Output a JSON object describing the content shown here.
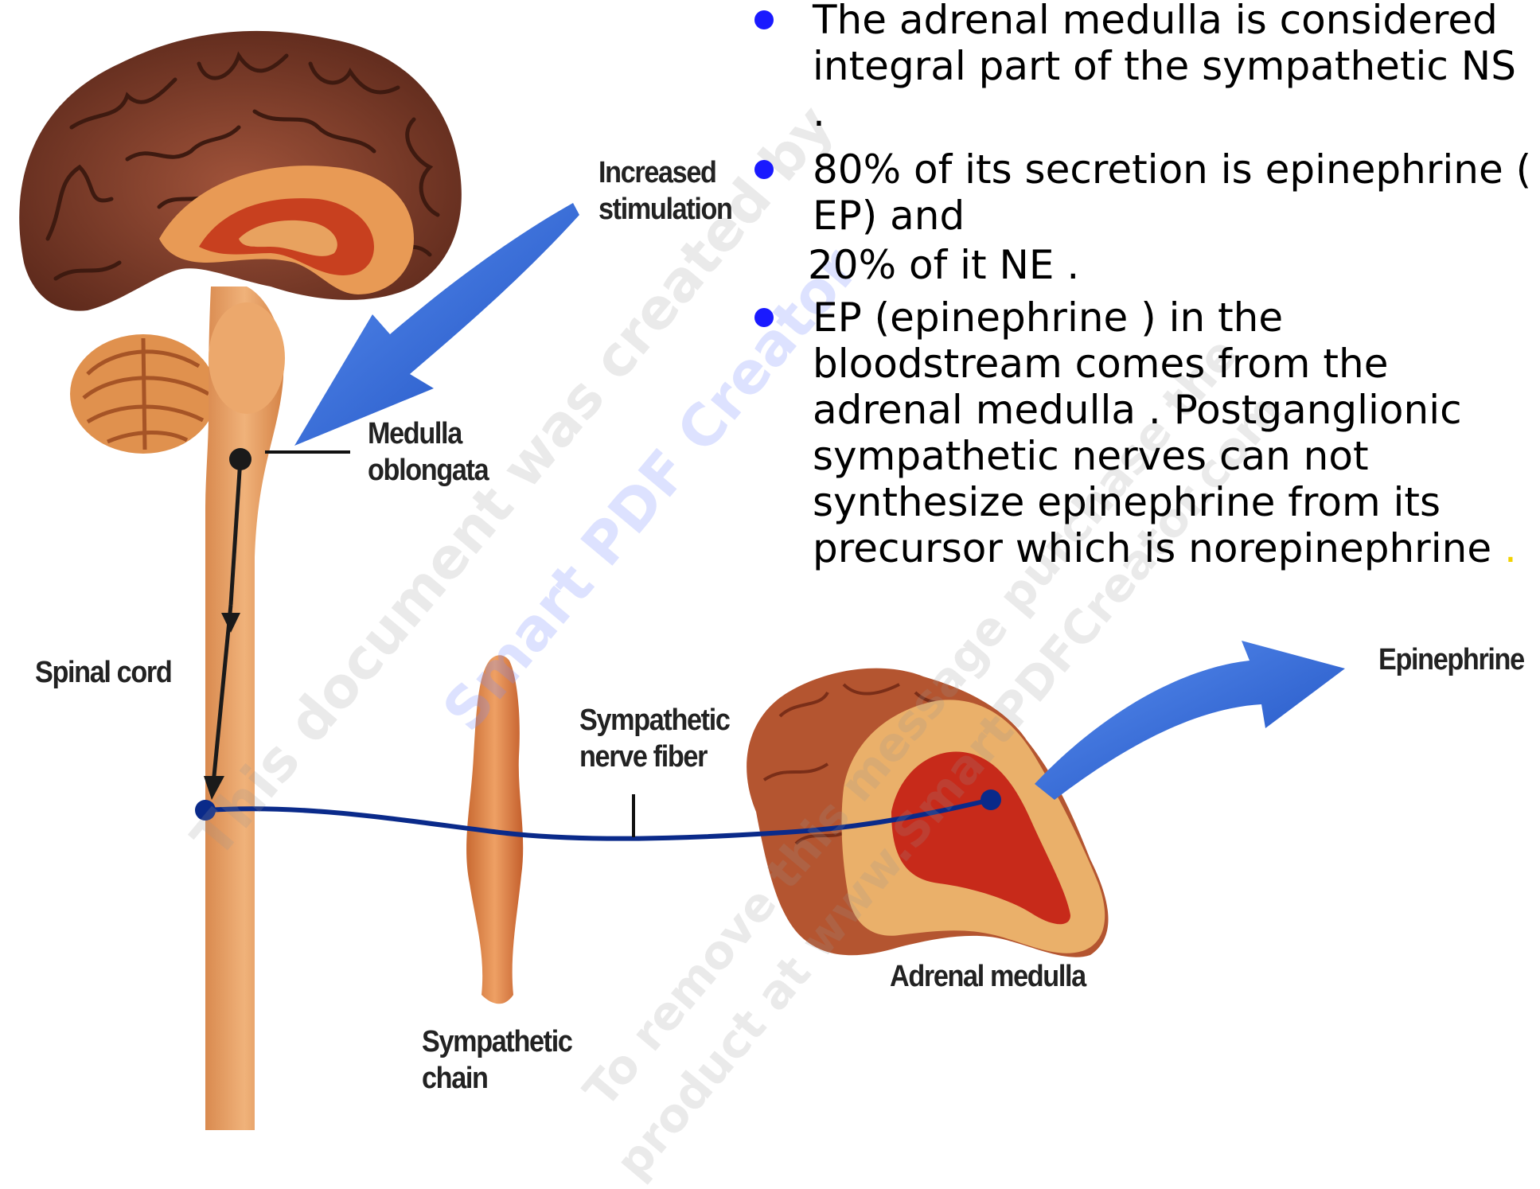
{
  "bullets": [
    {
      "text": "The adrenal medulla is considered integral part of the sympathetic NS ."
    },
    {
      "text": "80% of its secretion  is epinephrine ( EP) and",
      "continuation": "20%  of it  NE ."
    },
    {
      "text": "EP (epinephrine ) in the bloodstream comes from the adrenal medulla . Postganglionic sympathetic nerves can not synthesize epinephrine from its precursor which is norepinephrine",
      "tail": " ."
    }
  ],
  "labels": {
    "increased_stimulation": "Increased\nstimulation",
    "medulla_oblongata": "Medulla\noblongata",
    "spinal_cord": "Spinal cord",
    "sympathetic_nerve_fiber": "Sympathetic\nnerve fiber",
    "sympathetic_chain": "Sympathetic\nchain",
    "adrenal_medulla": "Adrenal medulla",
    "epinephrine": "Epinephrine"
  },
  "watermark": {
    "line1": "This document was created by",
    "line2": "Smart PDF Creator",
    "line3": "To remove this message purchase the",
    "line4": "product at www.SmartPDFCreator.com"
  },
  "colors": {
    "bullet": "#1a1aff",
    "arrow_blue": "#1f5fd6",
    "nerve_fiber": "#0a2a8a",
    "cortex": "#7a3a2a",
    "adrenal_core": "#c8281a"
  }
}
